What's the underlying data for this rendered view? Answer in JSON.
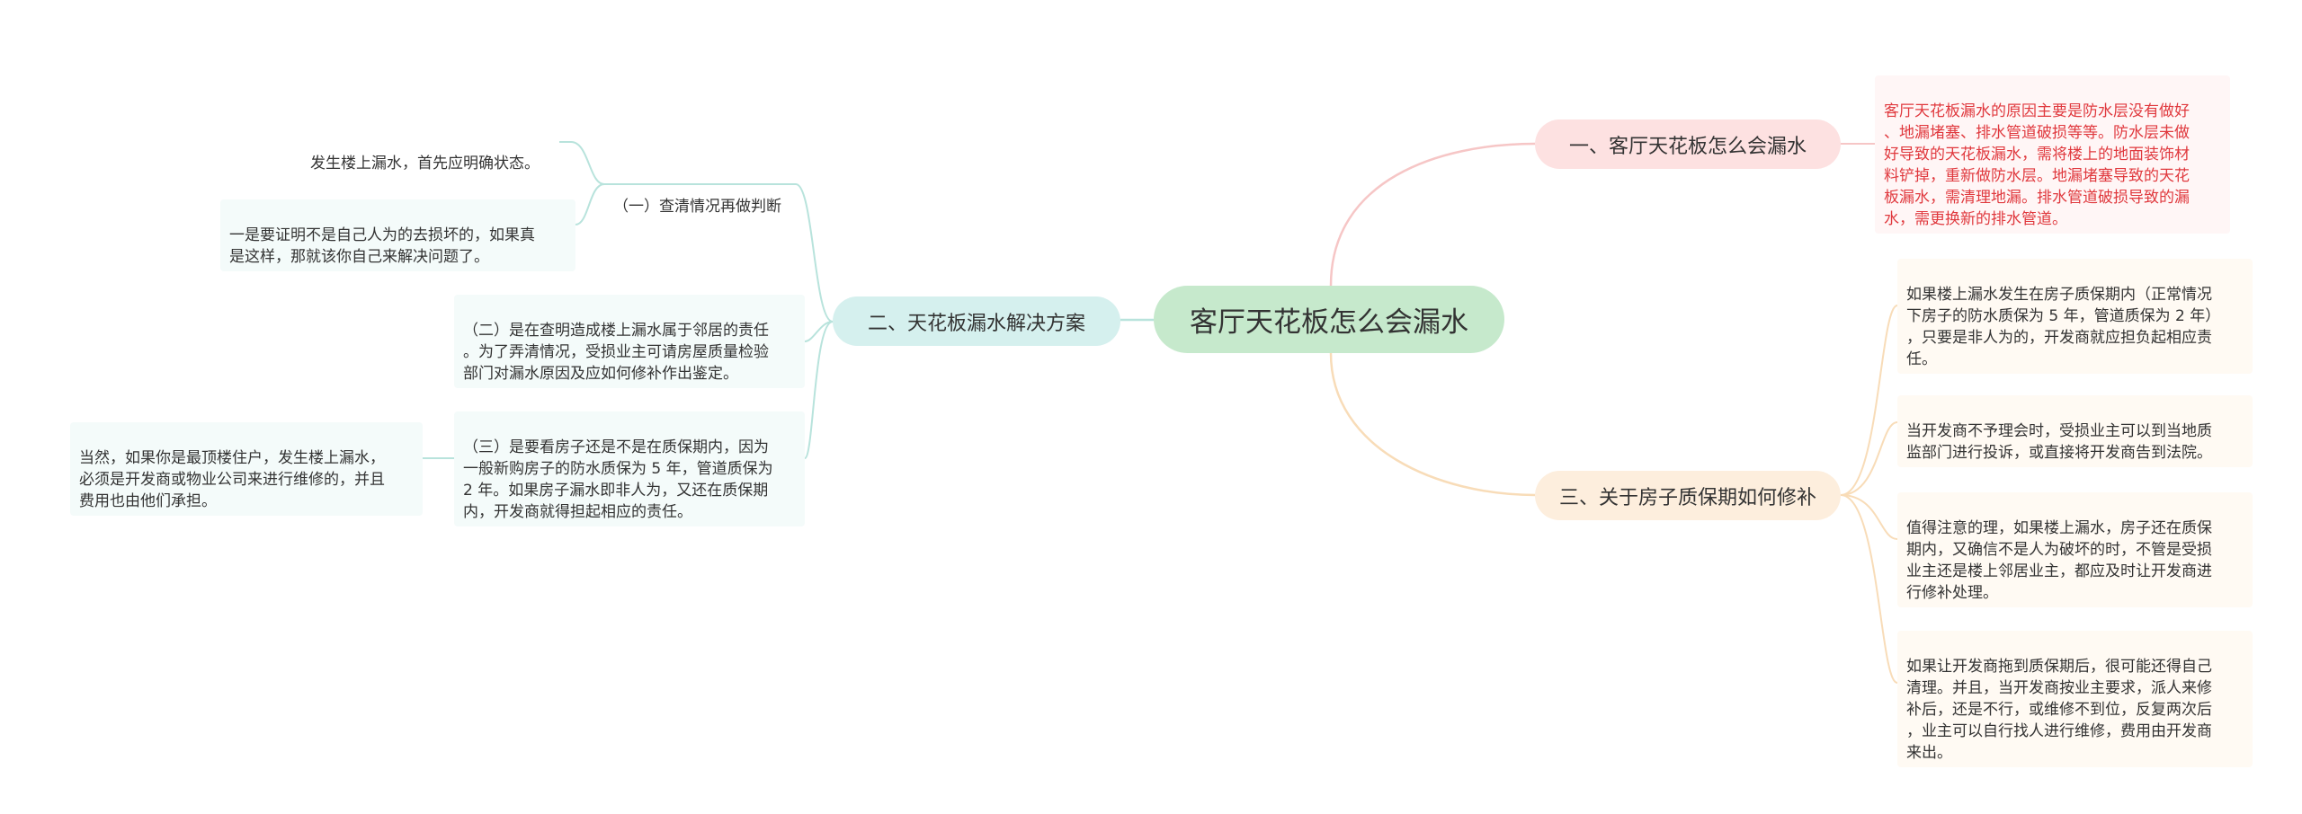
{
  "root": {
    "label": "客厅天花板怎么会漏水"
  },
  "branches": {
    "one": {
      "label": "一、客厅天花板怎么会漏水",
      "detail": "客厅天花板漏水的原因主要是防水层没有做好\n、地漏堵塞、排水管道破损等等。防水层未做\n好导致的天花板漏水，需将楼上的地面装饰材\n料铲掉，重新做防水层。地漏堵塞导致的天花\n板漏水，需清理地漏。排水管道破损导致的漏\n水，需更换新的排水管道。"
    },
    "two": {
      "label": "二、天花板漏水解决方案",
      "sub1": {
        "label": "（一）查清情况再做判断",
        "items": [
          "发生楼上漏水，首先应明确状态。",
          "一是要证明不是自己人为的去损坏的，如果真\n是这样，那就该你自己来解决问题了。"
        ]
      },
      "sub2": {
        "label": "（二）是在查明造成楼上漏水属于邻居的责任\n。为了弄清情况，受损业主可请房屋质量检验\n部门对漏水原因及应如何修补作出鉴定。"
      },
      "sub3": {
        "label": "（三）是要看房子还是不是在质保期内，因为\n一般新购房子的防水质保为 5 年，管道质保为\n 2 年。如果房子漏水即非人为，又还在质保期\n内，开发商就得担起相应的责任。",
        "items": [
          "当然，如果你是最顶楼住户，发生楼上漏水，\n必须是开发商或物业公司来进行维修的，并且\n费用也由他们承担。"
        ]
      }
    },
    "three": {
      "label": "三、关于房子质保期如何修补",
      "items": [
        "如果楼上漏水发生在房子质保期内（正常情况\n下房子的防水质保为 5 年，管道质保为 2 年）\n，只要是非人为的，开发商就应担负起相应责\n任。",
        "当开发商不予理会时，受损业主可以到当地质\n监部门进行投诉，或直接将开发商告到法院。",
        "值得注意的理，如果楼上漏水，房子还在质保\n期内，又确信不是人为破坏的时，不管是受损\n业主还是楼上邻居业主，都应及时让开发商进\n行修补处理。",
        "如果让开发商拖到质保期后，很可能还得自己\n清理。并且，当开发商按业主要求，派人来修\n补后，还是不行，或维修不到位，反复两次后\n，业主可以自行找人进行维修，费用由开发商\n来出。"
      ]
    }
  },
  "colors": {
    "root": "#c6e9cc",
    "branch_one": "#fde1e1",
    "branch_two": "#d5f0ee",
    "branch_three": "#fdeedd",
    "link_one": "#f6c6c6",
    "link_two": "#b8e3dc",
    "link_three": "#f8dcb8",
    "red_text": "#e0393e"
  }
}
